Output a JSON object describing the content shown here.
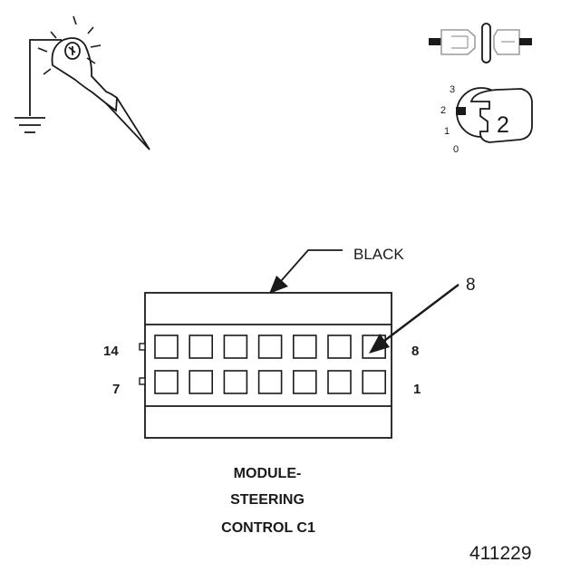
{
  "figure_number": "411229",
  "connector": {
    "color_label": "BLACK",
    "pointer_pin": "8",
    "row_top": {
      "left_pin": "14",
      "right_pin": "8",
      "cavities": 7
    },
    "row_bottom": {
      "left_pin": "7",
      "right_pin": "1",
      "cavities": 7
    },
    "caption_lines": [
      "MODULE-",
      "STEERING",
      "CONTROL C1"
    ]
  },
  "ignition": {
    "positions": [
      "3",
      "2",
      "1",
      "0"
    ],
    "key_position": "2"
  },
  "icons": {
    "test_lamp": "test-lamp-icon",
    "ground": "ground-symbol-icon",
    "disconnected_connector": "connector-disconnected-icon",
    "ignition_key": "ignition-key-icon"
  },
  "colors": {
    "line": "#1a1a1a",
    "faint": "#9a9a9a",
    "fill": "#ffffff"
  }
}
